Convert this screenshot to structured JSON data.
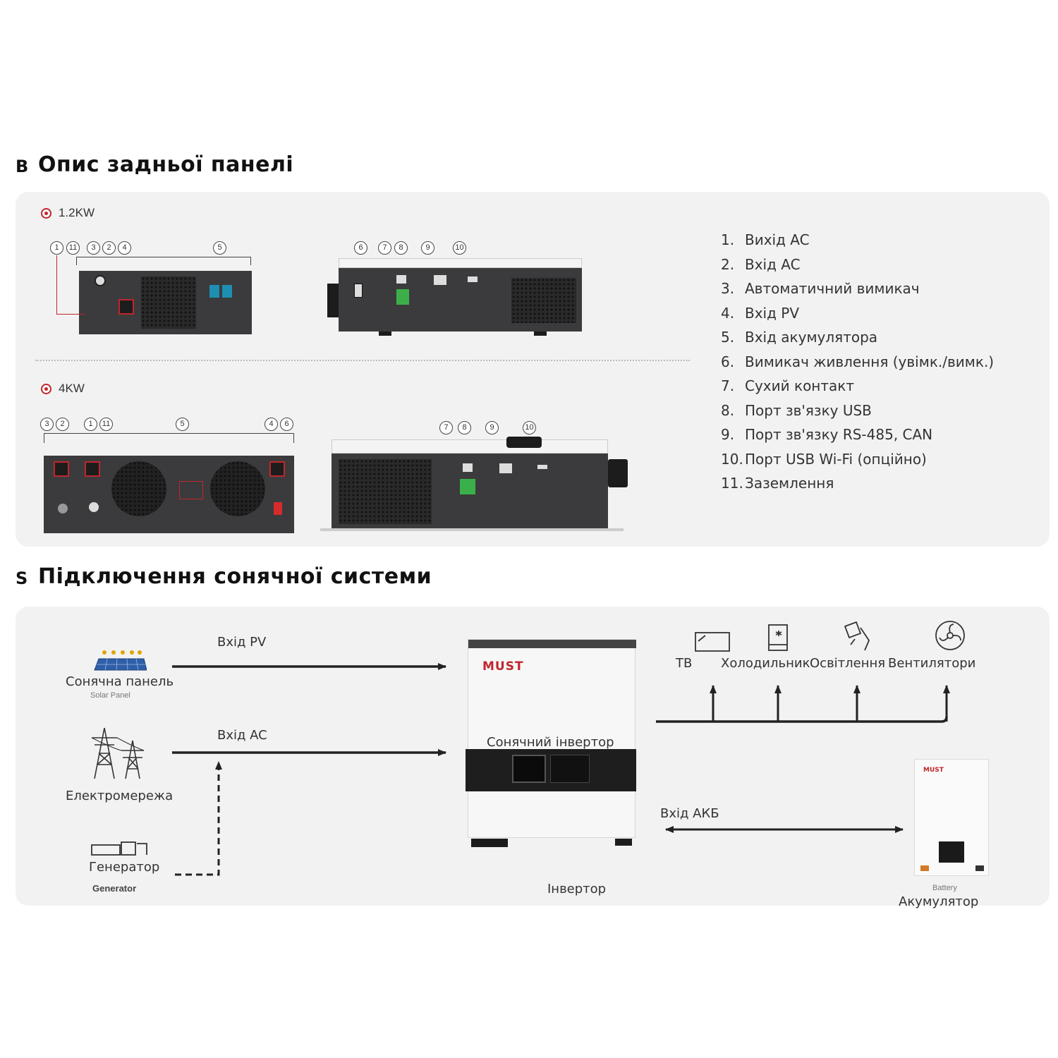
{
  "section_b": {
    "letter": "B",
    "title": "Опис задньої панелі",
    "models": [
      {
        "label": "1.2KW",
        "top_callouts": [
          "1",
          "11",
          "3",
          "2",
          "4",
          "5"
        ],
        "side_callouts": [
          "6",
          "7",
          "8",
          "9",
          "10"
        ]
      },
      {
        "label": "4KW",
        "top_callouts": [
          "3",
          "2",
          "1",
          "11",
          "5",
          "4",
          "6"
        ],
        "side_callouts": [
          "7",
          "8",
          "9",
          "10"
        ]
      }
    ],
    "legend": [
      {
        "num": "1.",
        "text": "Вихід AC"
      },
      {
        "num": "2.",
        "text": "Вхід AC"
      },
      {
        "num": "3.",
        "text": "Автоматичний вимикач"
      },
      {
        "num": "4.",
        "text": "Вхід PV"
      },
      {
        "num": "5.",
        "text": "Вхід акумулятора"
      },
      {
        "num": "6.",
        "text": "Вимикач живлення (увімк./вимк.)"
      },
      {
        "num": "7.",
        "text": "Сухий контакт"
      },
      {
        "num": "8.",
        "text": "Порт зв'язку USB"
      },
      {
        "num": "9.",
        "text": "Порт зв'язку RS-485, CAN"
      },
      {
        "num": "10.",
        "text": "Порт USB Wi-Fi (опційно)"
      },
      {
        "num": "11.",
        "text": "Заземлення"
      }
    ]
  },
  "section_s": {
    "letter": "S",
    "title": "Підключення сонячної системи",
    "sources": {
      "solar": {
        "label": "Сонячна панель",
        "sub": "Solar Panel",
        "arrow_label": "Вхід PV"
      },
      "grid": {
        "label": "Електромережа",
        "arrow_label": "Вхід AC"
      },
      "generator": {
        "label": "Генератор",
        "sub": "Generator"
      }
    },
    "inverter": {
      "brand": "MUST",
      "overlay": "Сонячний інвертор",
      "label": "Інвертор"
    },
    "loads": [
      {
        "label": "ТВ",
        "icon": "tv-icon"
      },
      {
        "label": "Холодильник",
        "icon": "fridge-icon"
      },
      {
        "label": "Освітлення",
        "icon": "lamp-icon"
      },
      {
        "label": "Вентилятори",
        "icon": "fan-icon"
      }
    ],
    "battery": {
      "brand": "MUST",
      "arrow_label": "Вхід АКБ",
      "label": "Акумулятор",
      "sub": "Battery"
    }
  },
  "colors": {
    "accent": "#c0262c",
    "device": "#3b3b3d",
    "panel_bg": "#f2f2f2",
    "terminal_blue": "#1d8fb0",
    "terminal_green": "#3bb04a"
  }
}
